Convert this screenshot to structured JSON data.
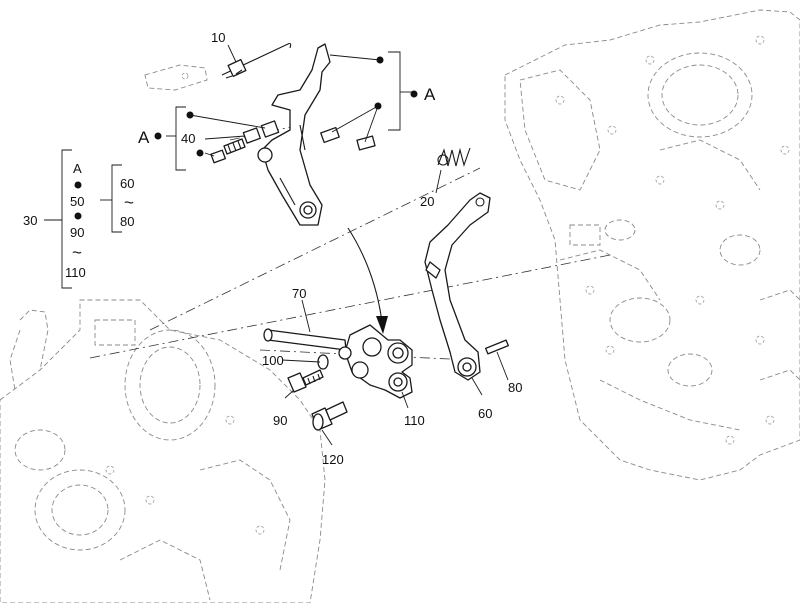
{
  "callouts": {
    "c10": "10",
    "c20": "20",
    "c30": "30",
    "c40": "40",
    "c60": "60",
    "c70": "70",
    "c80": "80",
    "c90": "90",
    "c100": "100",
    "c110": "110",
    "c120": "120",
    "groupA_right": "A",
    "groupA_left": "A"
  },
  "legend30": {
    "item1": "A",
    "item2": "50",
    "item3": "90",
    "tilde1": "~",
    "item4": "110",
    "sub_item1": "60",
    "sub_tilde": "~",
    "sub_item2": "80"
  }
}
